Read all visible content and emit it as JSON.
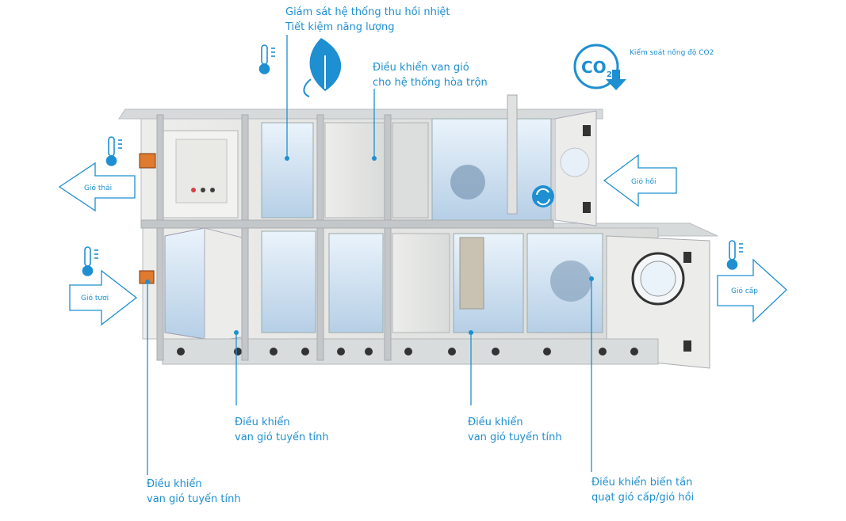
{
  "labels": {
    "heat_recovery": [
      "Giám sát hệ thống thu hồi nhiệt",
      "Tiết kiệm năng lượng"
    ],
    "mixing_damper": [
      "Điều khiển van gió",
      "cho hệ thống hòa trộn"
    ],
    "co2": "Kiểm soát nồng độ CO2",
    "co2_icon_text": "CO",
    "co2_icon_sub": "2",
    "damper_linear_1": [
      "Điều khiển",
      "van gió tuyến tính"
    ],
    "damper_linear_2": [
      "Điều khiển",
      "van gió tuyến tính"
    ],
    "damper_linear_3": [
      "Điều khiển",
      "van gió tuyến tính"
    ],
    "vfd": [
      "Điều khiển biến tần",
      "quạt gió cấp/gió hồi"
    ]
  },
  "arrows": {
    "exhaust": "Gió thải",
    "fresh": "Gió tươi",
    "return": "Gió hồi",
    "supply": "Gió cấp"
  },
  "colors": {
    "accent": "#1e8fd0",
    "panel": "#e4e6e5",
    "frame": "#c9ccce",
    "light": "#cfe4f6"
  }
}
